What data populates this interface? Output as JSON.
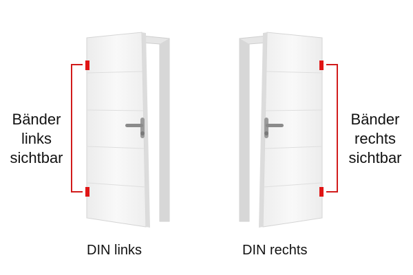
{
  "left": {
    "hinge_label_lines": [
      "Bänder",
      "links",
      "sichtbar"
    ],
    "caption": "DIN links"
  },
  "right": {
    "hinge_label_lines": [
      "Bänder",
      "rechts",
      "sichtbar"
    ],
    "caption": "DIN rechts"
  },
  "colors": {
    "bracket": "#d11a1a",
    "hinge": "#e01515",
    "door_face": "#f6f6f6",
    "door_edge": "#d9d9d9",
    "frame": "#e6e6e6",
    "handle": "#8a8a8a",
    "text": "#111111"
  }
}
